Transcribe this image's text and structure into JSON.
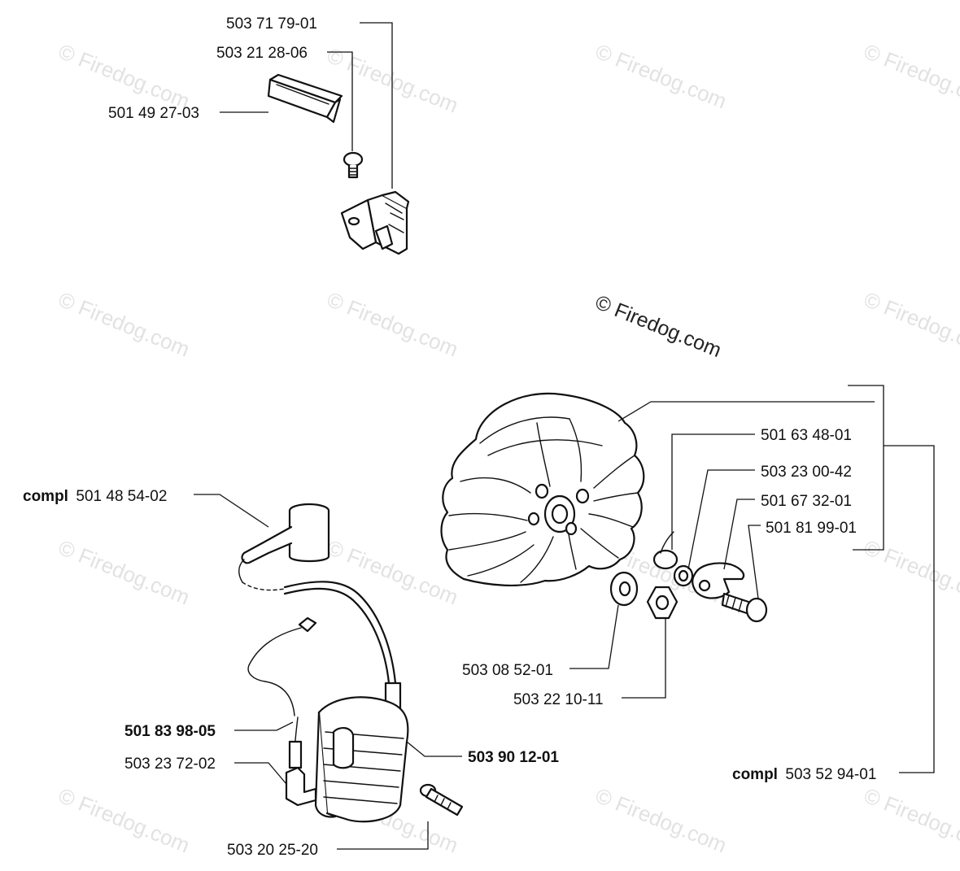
{
  "watermark": {
    "text": "© Firedog.com"
  },
  "labels": {
    "dealer_clip": "503 71 79-01",
    "screw_top": "503 21 28-06",
    "bracket_cover": "501 49 27-03",
    "flywheel_spring": "501 63 48-01",
    "flywheel_washer_small": "503 23 00-42",
    "pawl": "501 67 32-01",
    "pawl_screw": "501 81 99-01",
    "washer": "503 08 52-01",
    "nut": "503 22 10-11",
    "flywheel_compl_prefix": "compl",
    "flywheel_compl_number": "503 52 94-01",
    "plug_cap_compl_prefix": "compl",
    "plug_cap_compl_number": "501 48 54-02",
    "short_circuit_cable": "501 83 98-05",
    "cable_connector": "503 23 72-02",
    "ignition_module": "503 90 12-01",
    "module_screw": "503 20 25-20"
  }
}
